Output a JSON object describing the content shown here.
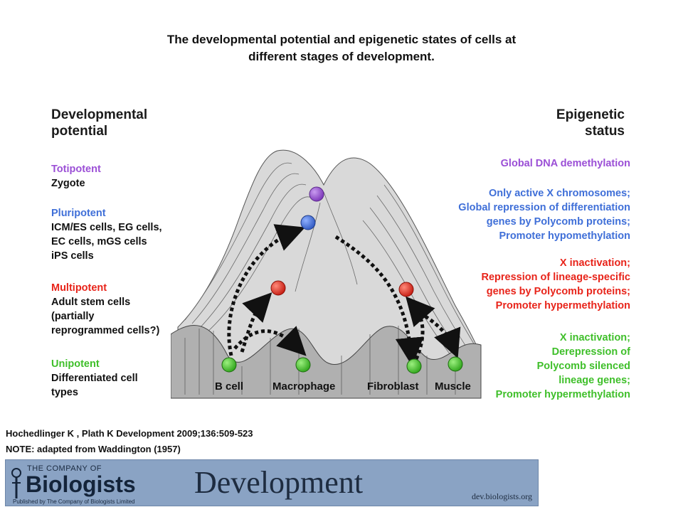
{
  "title_line1": "The developmental potential and epigenetic states of cells at",
  "title_line2": "different stages of development.",
  "left_header": {
    "line1": "Developmental",
    "line2": "potential"
  },
  "right_header": {
    "line1": "Epigenetic",
    "line2": "status"
  },
  "potential": {
    "totipotent": {
      "name": "Totipotent",
      "lines": [
        "Zygote"
      ]
    },
    "pluripotent": {
      "name": "Pluripotent",
      "lines": [
        "ICM/ES cells, EG cells,",
        "EC cells, mGS cells",
        "iPS cells"
      ]
    },
    "multipotent": {
      "name": "Multipotent",
      "lines": [
        "Adult stem cells",
        "(partially",
        "reprogrammed cells?)"
      ]
    },
    "unipotent": {
      "name": "Unipotent",
      "lines": [
        "Differentiated cell",
        "types"
      ]
    }
  },
  "status": {
    "purple": [
      "Global DNA demethylation"
    ],
    "blue": [
      "Only active X chromosomes;",
      "Global repression of differentiation",
      "genes by Polycomb proteins;",
      "Promoter hypomethylation"
    ],
    "red": [
      "X inactivation;",
      "Repression of lineage-specific",
      "genes by Polycomb proteins;",
      "Promoter hypermethylation"
    ],
    "green": [
      "X inactivation;",
      "Derepression of",
      "Polycomb silenced",
      "lineage genes;",
      "Promoter hypermethylation"
    ]
  },
  "cells": {
    "b_cell": "B cell",
    "macrophage": "Macrophage",
    "fibroblast": "Fibroblast",
    "muscle": "Muscle"
  },
  "citation_line1": "Hochedlinger K , Plath K Development 2009;136:509-523",
  "citation_line2": "NOTE: adapted from Waddington (1957)",
  "banner": {
    "company_of": "THE COMPANY OF",
    "biologists": "Biologists",
    "published": "Published by The Company of Biologists Limited",
    "journal": "Development",
    "url": "dev.biologists.org"
  },
  "colors": {
    "purple": "#9b4fd6",
    "blue": "#3f6fd8",
    "red": "#e8241a",
    "green": "#3fbf2a",
    "banner": "#8aa3c4"
  }
}
